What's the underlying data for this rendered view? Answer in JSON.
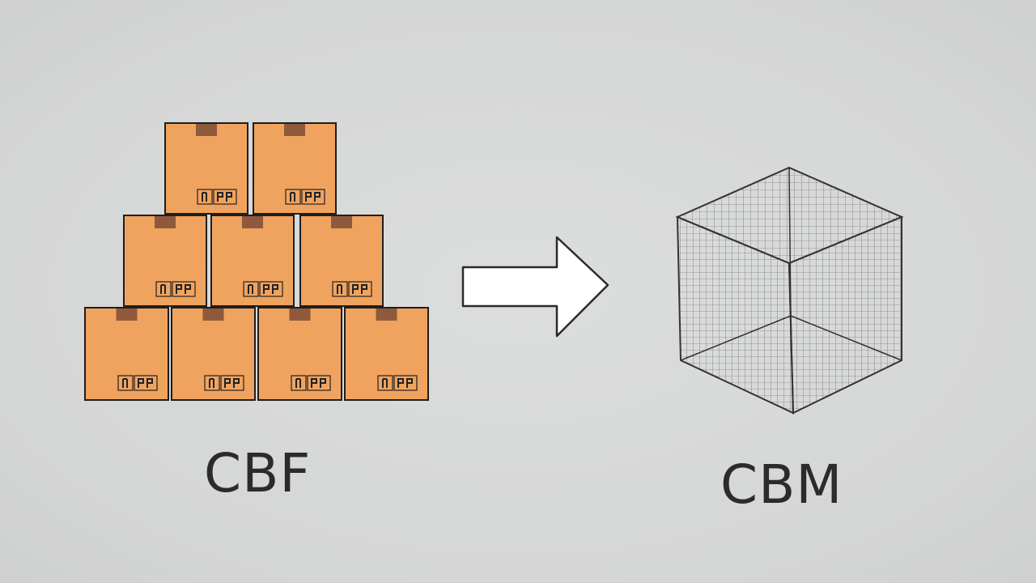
{
  "left_label": "CBF",
  "right_label": "CBM",
  "colors": {
    "box_fill": "#f0a35f",
    "box_stroke": "#1e1e1e",
    "tape": "#8e5a3b",
    "background": "#d7d8d8",
    "arrow_fill": "#ffffff",
    "cube_line": "#444444"
  },
  "boxes": {
    "rows": [
      2,
      3,
      4
    ],
    "count": 9
  }
}
